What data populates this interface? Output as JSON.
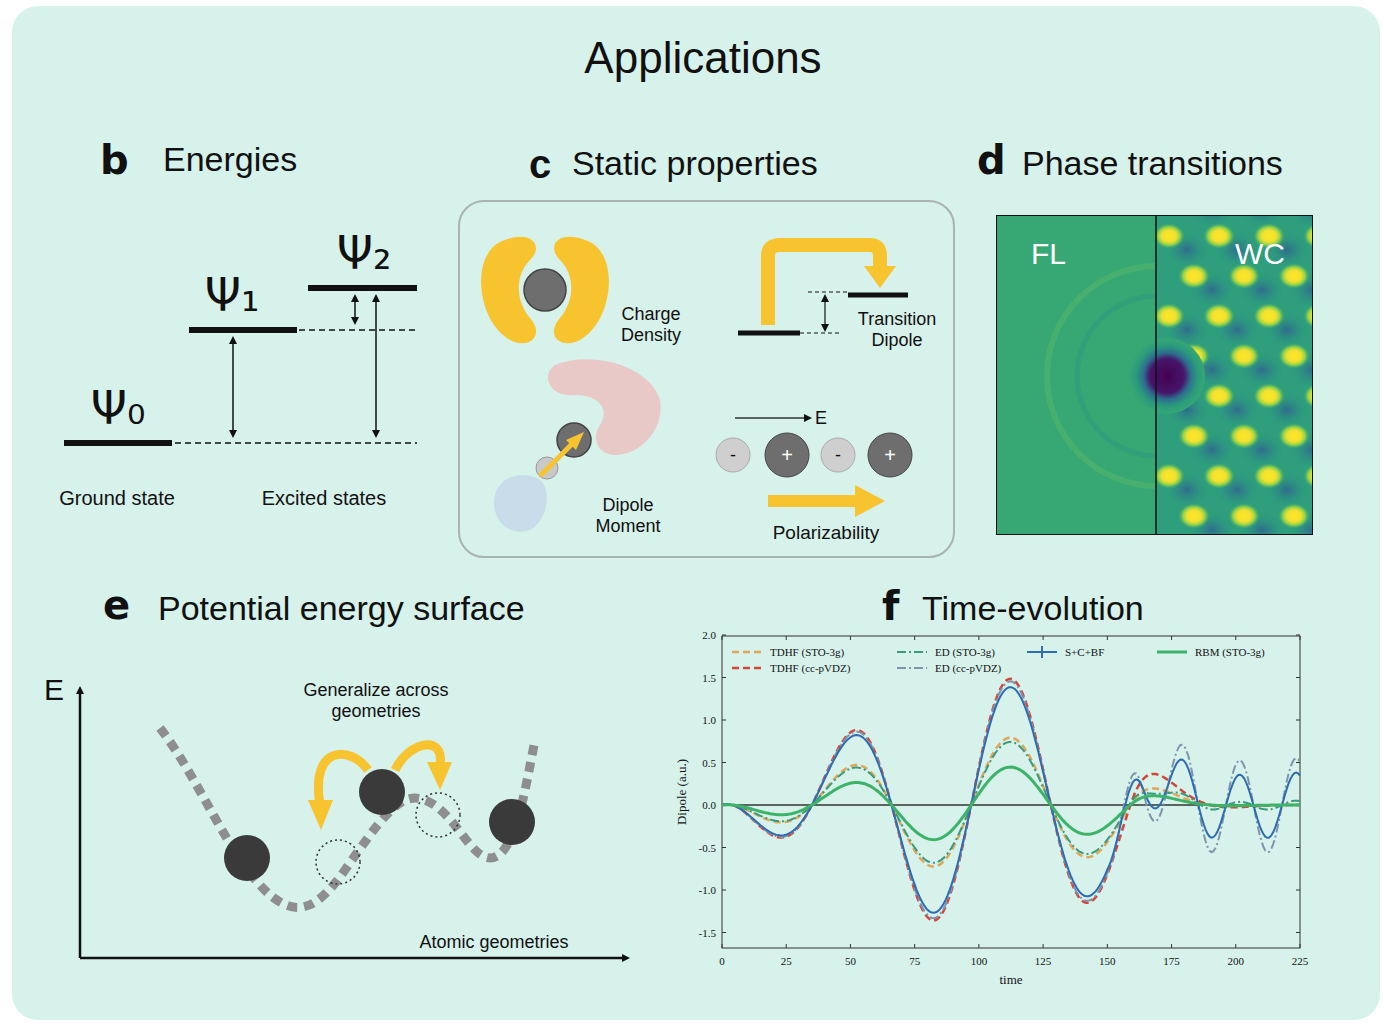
{
  "diagram": {
    "title": "Applications",
    "nodes": [
      {
        "text": [
          "c",
          "Static properties"
        ]
      },
      {
        "text": [
          "FL",
          "WC"
        ]
      }
    ],
    "labels": [
      "b",
      "Energies",
      "Ψ₀",
      "Ψ₁",
      "Ψ₂",
      "Ground state",
      "Excited states",
      "Charge Density",
      "Transition Dipole",
      "Dipole Moment",
      "E",
      "-",
      "+",
      "-",
      "+",
      "Polarizability",
      "d",
      "Phase transitions",
      "e",
      "Potential energy surface",
      "E",
      "Generalize across geometries",
      "Atomic geometries",
      "f",
      "Time-evolution",
      "2.0",
      "1.5",
      "1.0",
      "0.5",
      "0.0",
      "-0.5",
      "-1.0",
      "-1.5",
      "0",
      "25",
      "50",
      "75",
      "100",
      "125",
      "150",
      "175",
      "200",
      "225",
      "Dipole (a.u.)",
      "time"
    ],
    "legend": [
      {
        "text": "TDHF (STO-3g)"
      },
      {
        "text": "TDHF (cc-pVDZ)"
      },
      {
        "text": "ED (STO-3g)"
      },
      {
        "text": "ED (cc-pVDZ)"
      },
      {
        "text": "S+C+BF"
      },
      {
        "text": "RBM (STO-3g)"
      }
    ]
  }
}
